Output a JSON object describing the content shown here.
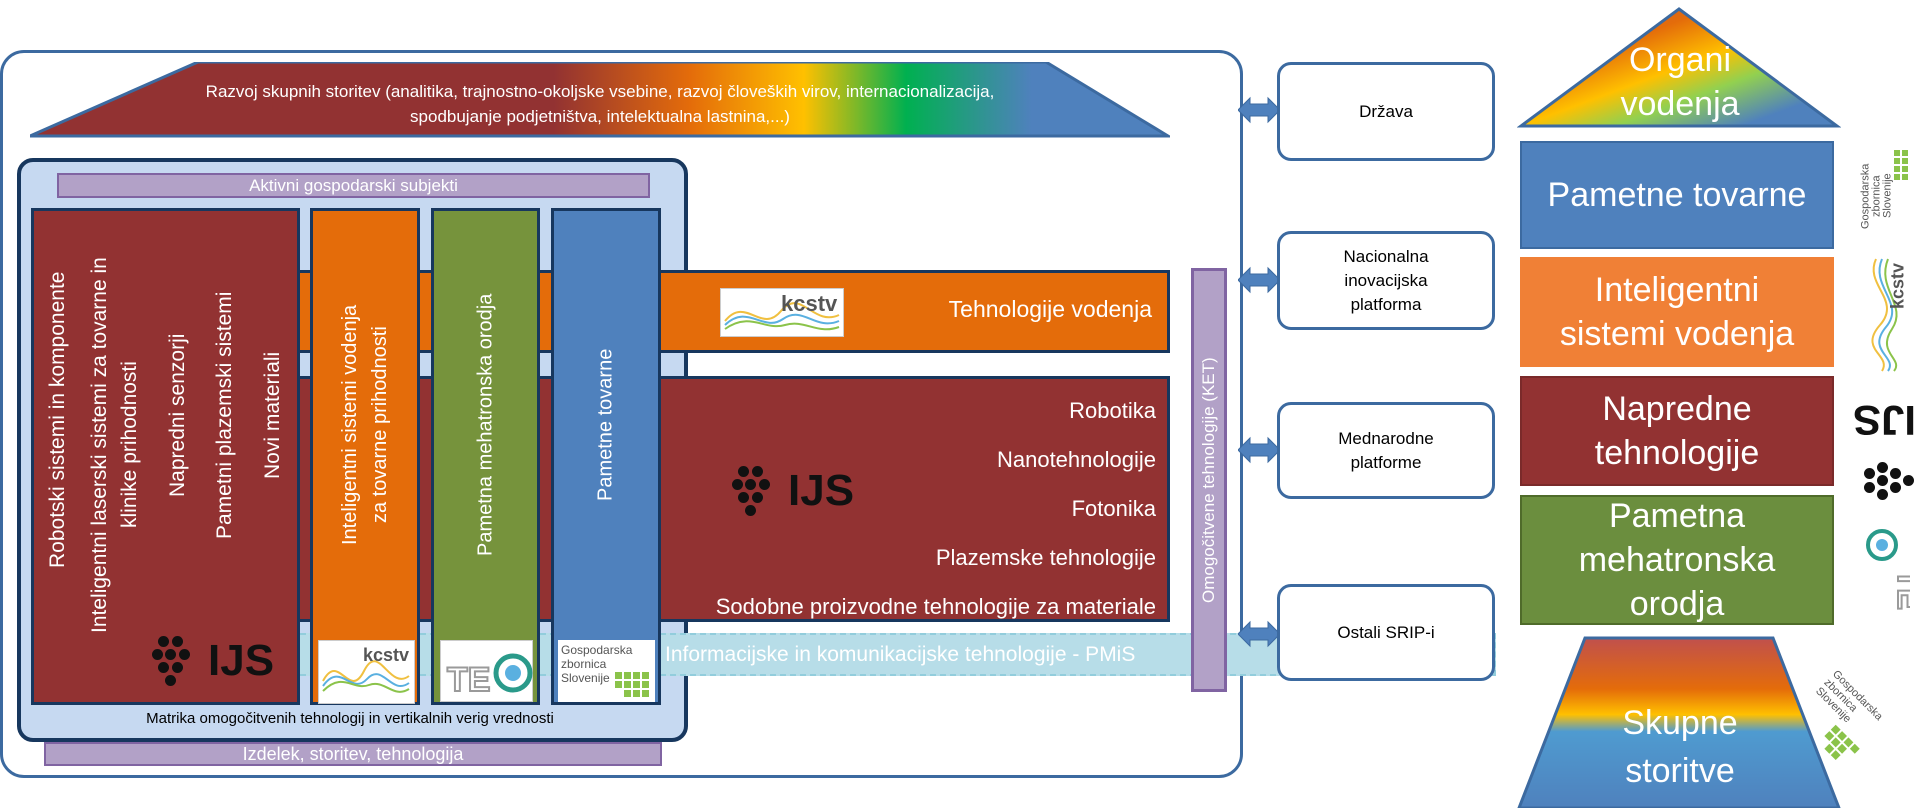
{
  "banner": {
    "line1": "Razvoj skupnih storitev (analitika,  trajnostno-okoljske vsebine, razvoj človeških virov, internacionalizacija,",
    "line2": "spodbujanje podjetništva,  intelektualna lastnina,...)"
  },
  "panel": {
    "header": "Aktivni gospodarski subjekti",
    "matrix_caption": "Matrika omogočitvenih tehnologij in vertikalnih verig vrednosti",
    "footer": "Izdelek, storitev, tehnologija"
  },
  "columns": {
    "col1": "Robotski sistemi in komponente",
    "col2_line1": "Inteligentni laserski sistemi za tovarne in",
    "col2_line2": "klinike prihodnosti",
    "col3": "Napredni senzorji",
    "col4": "Pametni plazemski sistemi",
    "col5": "Novi materiali",
    "orange_line1": "Inteligentni sistemi  vodenja",
    "orange_line2": "za tovarne prihodnosti",
    "green": "Pametna mehatronska orodja",
    "blue": "Pametne tovarne"
  },
  "rows": {
    "tech_control": "Tehnologije vodenja",
    "advanced": [
      "Robotika",
      "Nanotehnologije",
      "Fotonika",
      "Plazemske tehnologije",
      "Sodobne proizvodne tehnologije za materiale"
    ],
    "ict": "Informacijske in komunikacijske tehnologije - PMiS"
  },
  "ket_label": "Omogočitvene tehnologije (KET)",
  "external": {
    "drzava": "Država",
    "nip": [
      "Nacionalna",
      "inovacijska",
      "platforma"
    ],
    "mednarodne": [
      "Mednarodne",
      "platforme"
    ],
    "srip": "Ostali SRIP-i"
  },
  "right_side": {
    "organi": [
      "Organi",
      "vodenja"
    ],
    "pametne_tovarne": "Pametne tovarne",
    "inteligentni": [
      "Inteligentni",
      "sistemi vodenja"
    ],
    "napredne": [
      "Napredne",
      "tehnologije"
    ],
    "mehatronska": [
      "Pametna",
      "mehatronska",
      "orodja"
    ],
    "skupne": [
      "Skupne",
      "storitve"
    ]
  },
  "logos": {
    "ijs": "IJS",
    "kcstv": "kcstv",
    "gzs": [
      "Gospodarska",
      "zbornica",
      "Slovenije"
    ],
    "teco": "TECO"
  },
  "colors": {
    "dark_red": "#923232",
    "orange": "#e46c0a",
    "green": "#76933c",
    "blue": "#4f81bd",
    "lavender": "#b2a1c7",
    "navy": "#17375e",
    "light_blue_panel": "#c6d9f1",
    "outline": "#3c6aa0"
  }
}
